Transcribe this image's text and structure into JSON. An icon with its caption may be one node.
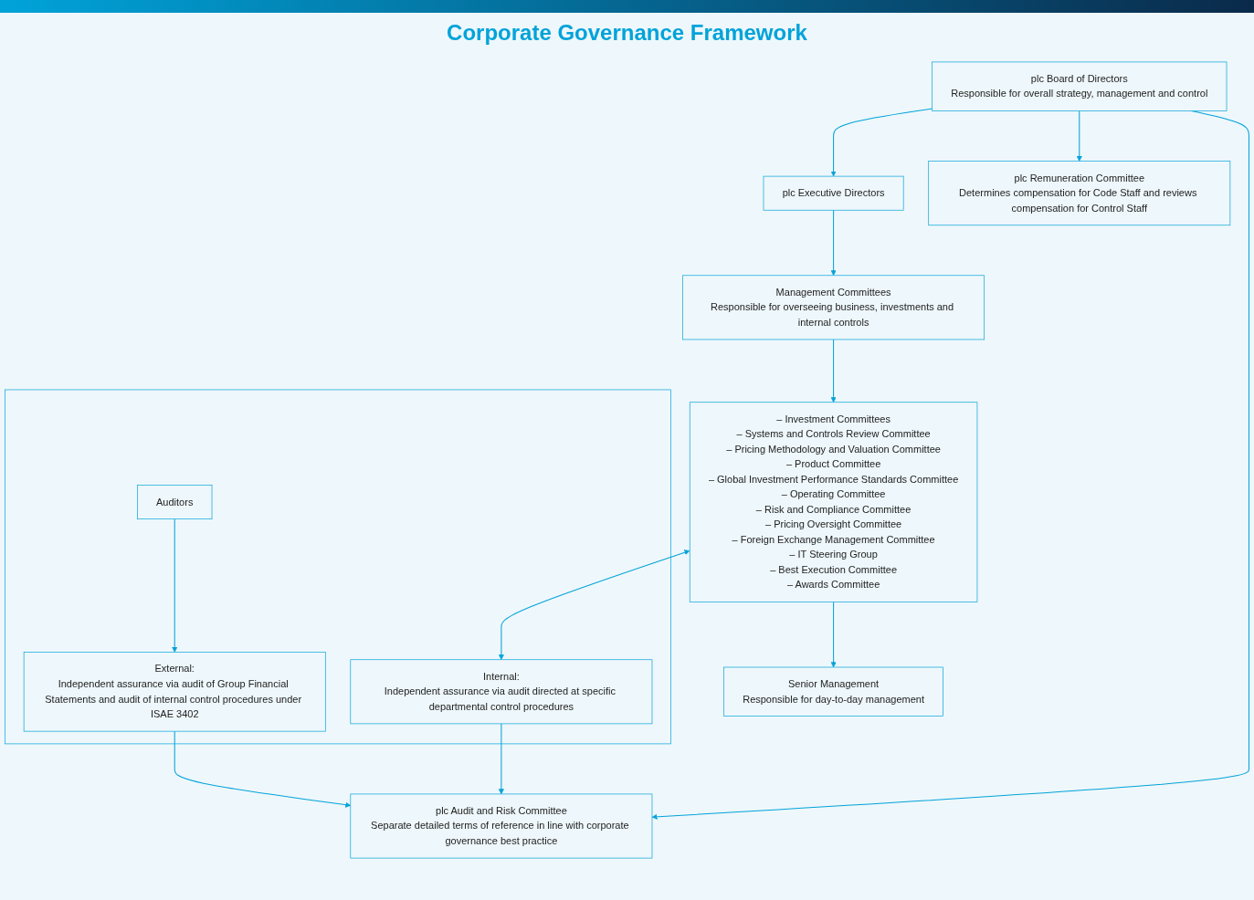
{
  "diagram": {
    "title": "Corporate Governance Framework",
    "nodes": [
      {
        "text": [
          "plc Board of Directors",
          "Responsible for overall strategy, management and control"
        ]
      },
      {
        "text": [
          "plc Executive Directors"
        ]
      },
      {
        "text": [
          "Management Committees",
          "Responsible for overseeing business, investments and internal controls"
        ]
      },
      {
        "text": [
          "– Investment Committees",
          "– Systems and Controls Review Committee",
          "– Pricing Methodology and Valuation Committee",
          "– Product Committee",
          "– Global Investment Performance Standards Committee",
          "– Operating Committee",
          "– Risk and Compliance Committee",
          "– Pricing Oversight Committee",
          "– Foreign Exchange Management Committee",
          "– IT Steering Group",
          "– Best Execution Committee",
          "– Awards Committee"
        ]
      },
      {
        "text": [
          "Senior Management",
          "Responsible for day-to-day management"
        ]
      },
      {
        "text": [
          "plc Remuneration Committee",
          "Determines compensation for Code Staff and reviews compensation for Control Staff"
        ]
      },
      {
        "text": [
          "plc Audit and Risk Committee",
          "Separate detailed terms of reference in line with corporate governance best practice"
        ]
      },
      {
        "text": [],
        "shape": "box"
      },
      {
        "text": [
          "Auditors"
        ],
        "in": 7
      },
      {
        "text": [
          "External:",
          "Independent assurance via audit of Group Financial Statements and audit of internal control procedures under ISAE 3402"
        ],
        "in": 7
      },
      {
        "text": [
          "Internal:",
          "Independent assurance via audit directed at specific departmental control procedures"
        ],
        "in": 7
      }
    ],
    "edges": [
      {
        "from": 0,
        "to": 1,
        "arrow": "to"
      },
      {
        "from": 1,
        "to": 2,
        "arrow": "to"
      },
      {
        "from": 2,
        "to": 3,
        "arrow": "to"
      },
      {
        "from": 3,
        "to": 4,
        "arrow": "to"
      },
      {
        "from": 0,
        "to": 5,
        "arrow": "to"
      },
      {
        "from": 0,
        "to": 6,
        "arrow": "to"
      },
      {
        "from": 8,
        "to": 9,
        "arrow": "to"
      },
      {
        "from": 9,
        "to": 6,
        "arrow": "to"
      },
      {
        "from": 3,
        "to": 10,
        "arrow": "both"
      },
      {
        "from": 10,
        "to": 6,
        "arrow": "to"
      }
    ]
  }
}
